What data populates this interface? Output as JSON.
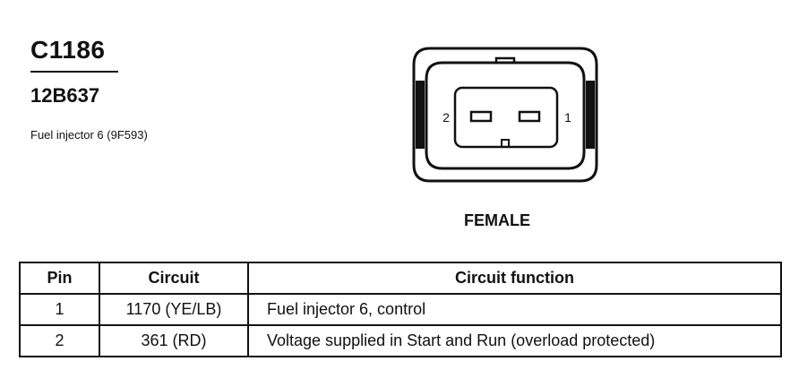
{
  "connector": {
    "code": "C1186",
    "part_number": "12B637",
    "description": "Fuel injector 6 (9F593)",
    "gender": "FEMALE",
    "pin_labels": {
      "left": "2",
      "right": "1"
    }
  },
  "table": {
    "headers": {
      "pin": "Pin",
      "circuit": "Circuit",
      "function": "Circuit function"
    },
    "rows": [
      {
        "pin": "1",
        "circuit": "1170 (YE/LB)",
        "function": "Fuel injector 6, control"
      },
      {
        "pin": "2",
        "circuit": "361 (RD)",
        "function": "Voltage supplied in Start and Run (overload protected)"
      }
    ]
  }
}
